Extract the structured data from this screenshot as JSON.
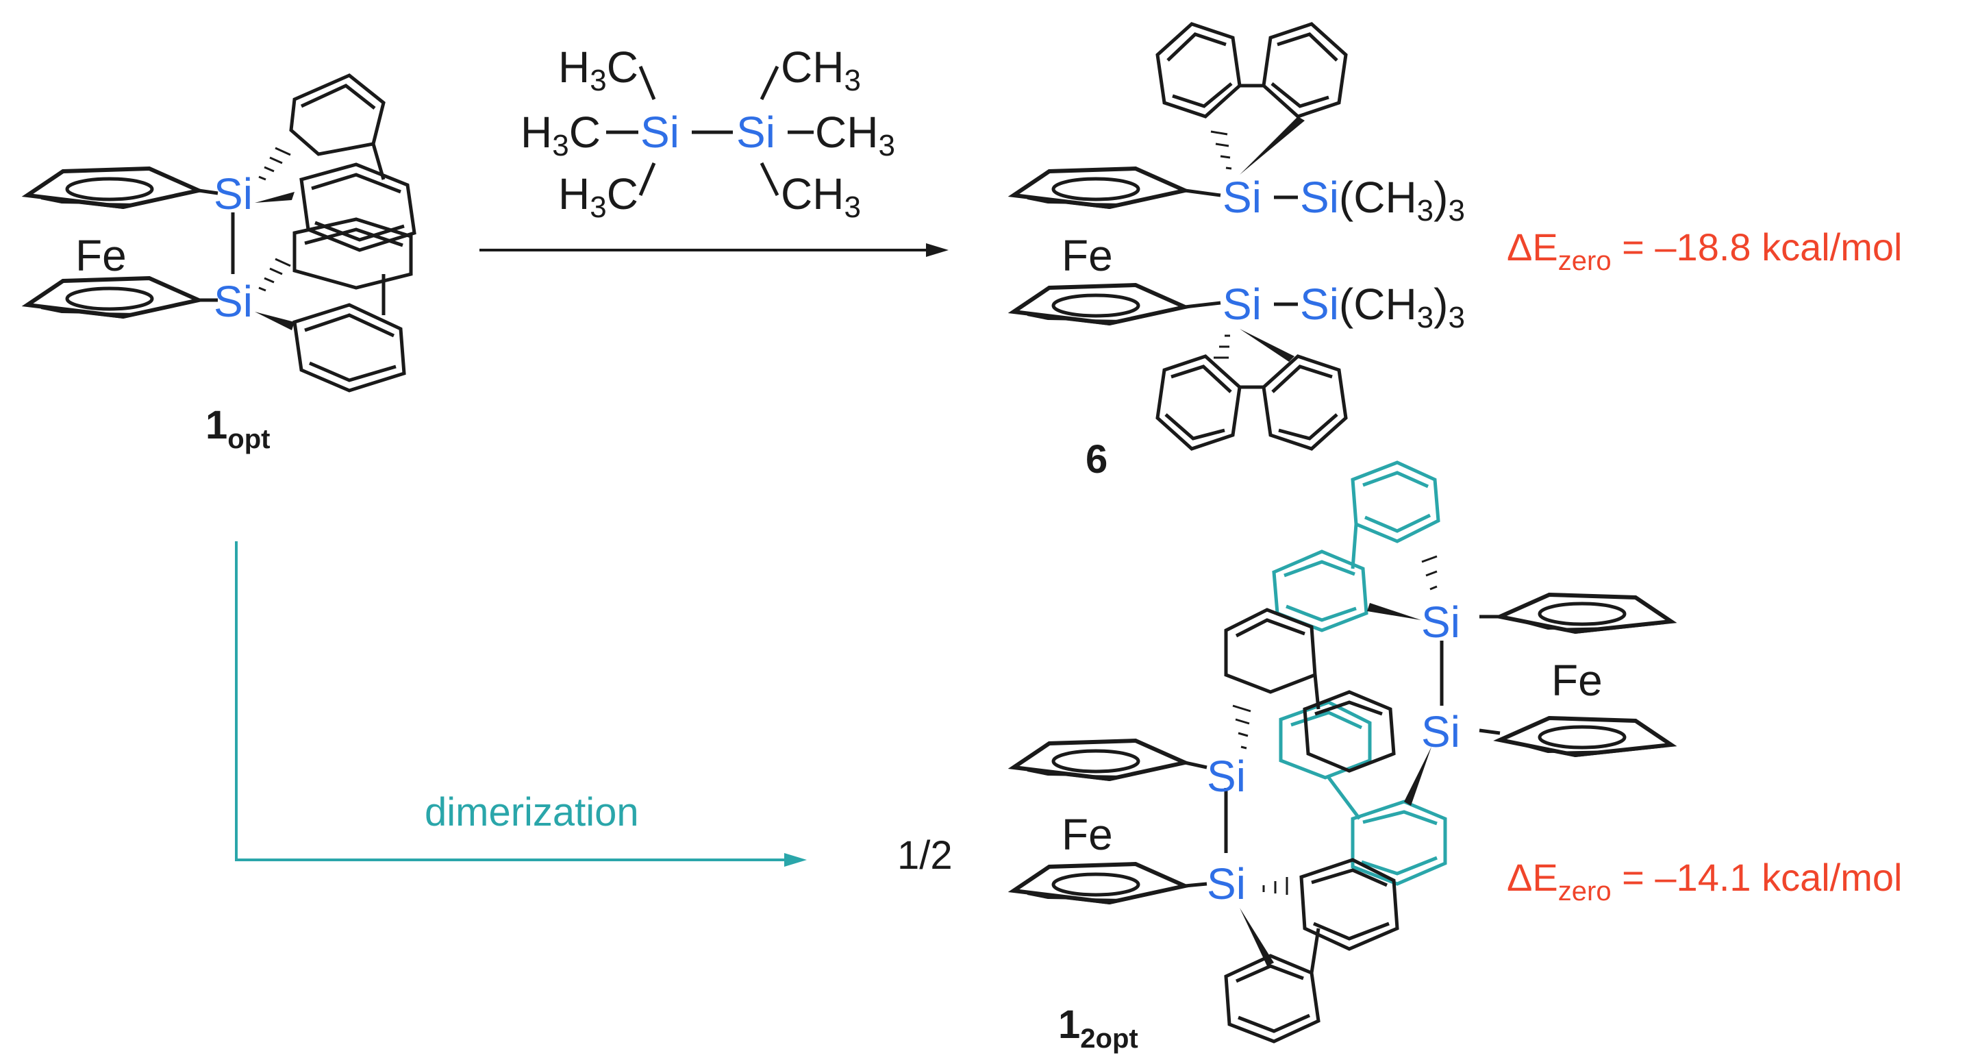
{
  "colors": {
    "bond": "#1a1a1a",
    "silicon": "#2f6fe6",
    "energy": "#f0452b",
    "dimer_ring": "#2aa6aa",
    "dimer_arrow": "#2aa6aa"
  },
  "reactant": {
    "label_main": "1",
    "label_sub": "opt",
    "fe": "Fe",
    "si_top": "Si",
    "si_bottom": "Si"
  },
  "reagent": {
    "h3c": "H",
    "three": "3",
    "c": "C",
    "ch": "CH",
    "si_left": "Si",
    "si_right": "Si"
  },
  "product6": {
    "label": "6",
    "fe": "Fe",
    "si_top": "Si",
    "si_bottom": "Si",
    "silyl_si": "Si",
    "silyl_rest": "(CH",
    "silyl_three": "3",
    "silyl_close": ")",
    "silyl_sub": "3",
    "energy_prefix": "ΔE",
    "energy_sub": "zero",
    "energy_value": " = –18.8 kcal/mol"
  },
  "dimerization": {
    "arrow_label": "dimerization",
    "coefficient": "1/2"
  },
  "dimer": {
    "label_main": "1",
    "label_sub": "2opt",
    "fe_left": "Fe",
    "fe_right": "Fe",
    "si_a": "Si",
    "si_b": "Si",
    "si_c": "Si",
    "si_d": "Si",
    "energy_prefix": "ΔE",
    "energy_sub": "zero",
    "energy_value": " = –14.1 kcal/mol"
  },
  "icons": [
    "cyclopentadienyl-ring-icon",
    "benzene-ring-icon",
    "reaction-arrow-icon"
  ]
}
